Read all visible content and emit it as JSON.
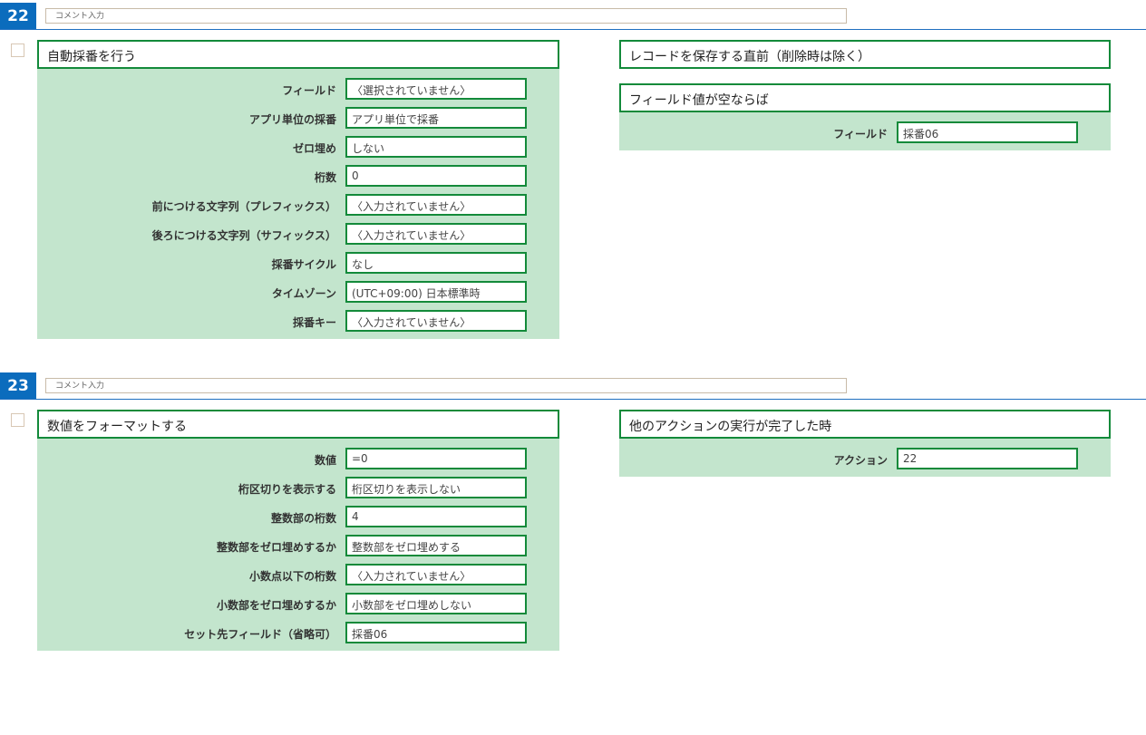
{
  "blocks": [
    {
      "number": "22",
      "comment_placeholder": "コメント入力",
      "action": {
        "title": "自動採番を行う",
        "fields": [
          {
            "label": "フィールド",
            "value": "〈選択されていません〉"
          },
          {
            "label": "アプリ単位の採番",
            "value": "アプリ単位で採番"
          },
          {
            "label": "ゼロ埋め",
            "value": "しない"
          },
          {
            "label": "桁数",
            "value": "0"
          },
          {
            "label": "前につける文字列（プレフィックス）",
            "value": "〈入力されていません〉"
          },
          {
            "label": "後ろにつける文字列（サフィックス）",
            "value": "〈入力されていません〉"
          },
          {
            "label": "採番サイクル",
            "value": "なし"
          },
          {
            "label": "タイムゾーン",
            "value": "(UTC+09:00) 日本標準時"
          },
          {
            "label": "採番キー",
            "value": "〈入力されていません〉"
          }
        ]
      },
      "triggers": [
        {
          "title": "レコードを保存する直前（削除時は除く）",
          "fields": []
        },
        {
          "title": "フィールド値が空ならば",
          "fields": [
            {
              "label": "フィールド",
              "value": "採番06"
            }
          ]
        }
      ]
    },
    {
      "number": "23",
      "comment_placeholder": "コメント入力",
      "action": {
        "title": "数値をフォーマットする",
        "fields": [
          {
            "label": "数値",
            "value": "=0"
          },
          {
            "label": "桁区切りを表示する",
            "value": "桁区切りを表示しない"
          },
          {
            "label": "整数部の桁数",
            "value": "4"
          },
          {
            "label": "整数部をゼロ埋めするか",
            "value": "整数部をゼロ埋めする"
          },
          {
            "label": "小数点以下の桁数",
            "value": "〈入力されていません〉"
          },
          {
            "label": "小数部をゼロ埋めするか",
            "value": "小数部をゼロ埋めしない"
          },
          {
            "label": "セット先フィールド（省略可）",
            "value": "採番06"
          }
        ]
      },
      "triggers": [
        {
          "title": "他のアクションの実行が完了した時",
          "fields": [
            {
              "label": "アクション",
              "value": "22"
            }
          ]
        }
      ]
    }
  ]
}
